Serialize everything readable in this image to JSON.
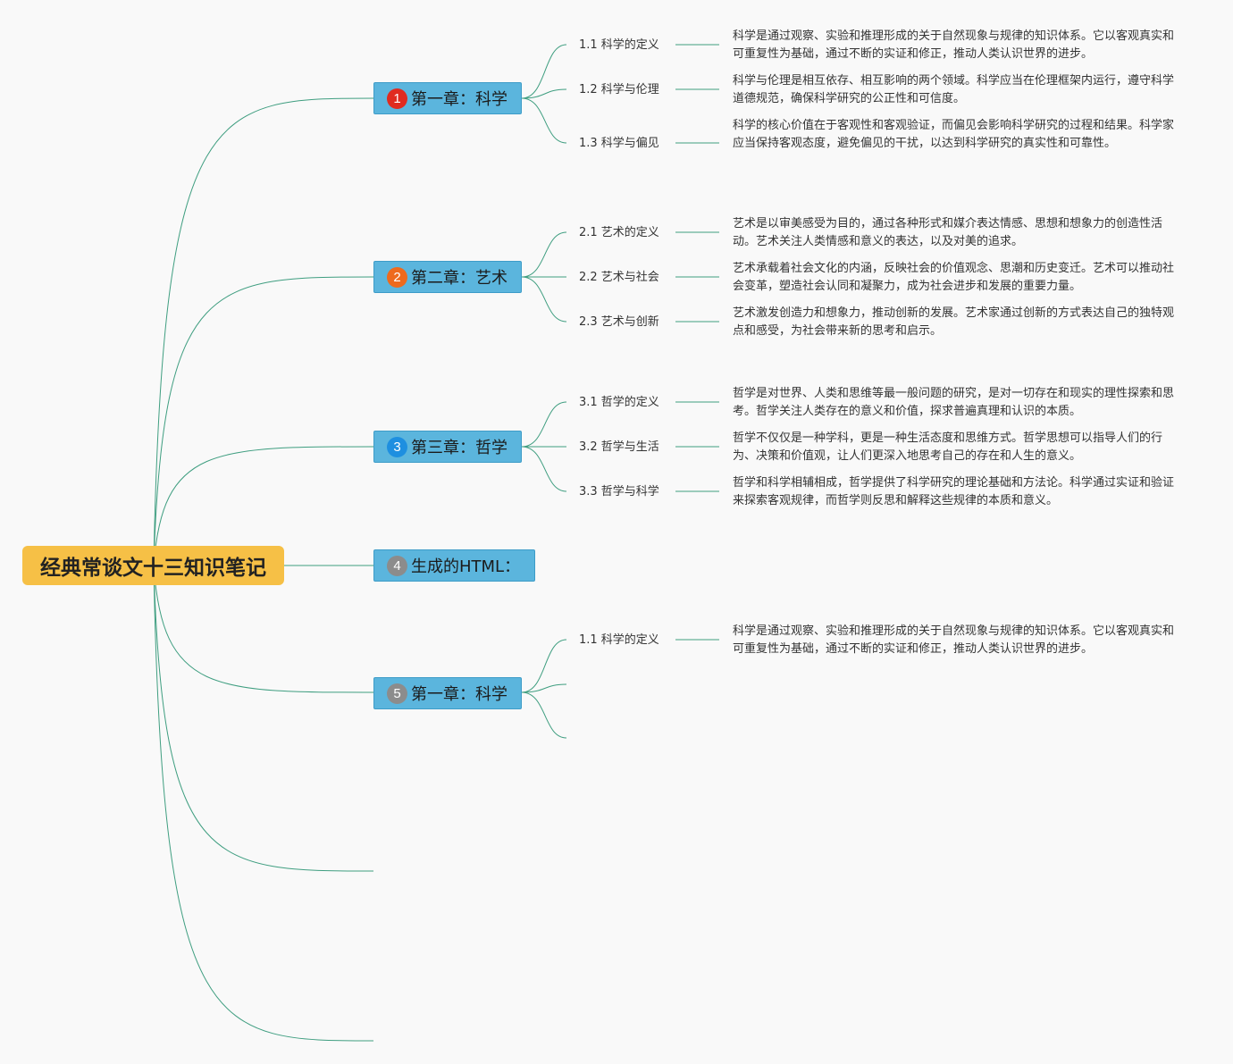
{
  "root": {
    "title": "经典常谈文十三知识笔记"
  },
  "chapters": [
    {
      "badge": "1",
      "badge_color": "#e02b20",
      "title": "第一章：科学",
      "subs": [
        {
          "label": "1.1 科学的定义",
          "desc": "科学是通过观察、实验和推理形成的关于自然现象与规律的知识体系。它以客观真实和可重复性为基础，通过不断的实证和修正，推动人类认识世界的进步。"
        },
        {
          "label": "1.2 科学与伦理",
          "desc": "科学与伦理是相互依存、相互影响的两个领域。科学应当在伦理框架内运行，遵守科学道德规范，确保科学研究的公正性和可信度。"
        },
        {
          "label": "1.3 科学与偏见",
          "desc": "科学的核心价值在于客观性和客观验证，而偏见会影响科学研究的过程和结果。科学家应当保持客观态度，避免偏见的干扰，以达到科学研究的真实性和可靠性。"
        }
      ]
    },
    {
      "badge": "2",
      "badge_color": "#ee6a1d",
      "title": "第二章：艺术",
      "subs": [
        {
          "label": "2.1 艺术的定义",
          "desc": "艺术是以审美感受为目的，通过各种形式和媒介表达情感、思想和想象力的创造性活动。艺术关注人类情感和意义的表达，以及对美的追求。"
        },
        {
          "label": "2.2 艺术与社会",
          "desc": "艺术承载着社会文化的内涵，反映社会的价值观念、思潮和历史变迁。艺术可以推动社会变革，塑造社会认同和凝聚力，成为社会进步和发展的重要力量。"
        },
        {
          "label": "2.3 艺术与创新",
          "desc": "艺术激发创造力和想象力，推动创新的发展。艺术家通过创新的方式表达自己的独特观点和感受，为社会带来新的思考和启示。"
        }
      ]
    },
    {
      "badge": "3",
      "badge_color": "#1e8fe0",
      "title": "第三章：哲学",
      "subs": [
        {
          "label": "3.1 哲学的定义",
          "desc": "哲学是对世界、人类和思维等最一般问题的研究，是对一切存在和现实的理性探索和思考。哲学关注人类存在的意义和价值，探求普遍真理和认识的本质。"
        },
        {
          "label": "3.2 哲学与生活",
          "desc": "哲学不仅仅是一种学科，更是一种生活态度和思维方式。哲学思想可以指导人们的行为、决策和价值观，让人们更深入地思考自己的存在和人生的意义。"
        },
        {
          "label": "3.3 哲学与科学",
          "desc": "哲学和科学相辅相成，哲学提供了科学研究的理论基础和方法论。科学通过实证和验证来探索客观规律，而哲学则反思和解释这些规律的本质和意义。"
        }
      ]
    },
    {
      "badge": "4",
      "badge_color": "#8c8c8c",
      "title": "生成的HTML：",
      "subs": []
    },
    {
      "badge": "5",
      "badge_color": "#8c8c8c",
      "title": "第一章：科学",
      "subs": [
        {
          "label": "1.1 科学的定义",
          "desc": "科学是通过观察、实验和推理形成的关于自然现象与规律的知识体系。它以客观真实和可重复性为基础，通过不断的实证和修正，推动人类认识世界的进步。"
        },
        {
          "label": "",
          "desc": ""
        },
        {
          "label": "",
          "desc": ""
        }
      ]
    }
  ]
}
